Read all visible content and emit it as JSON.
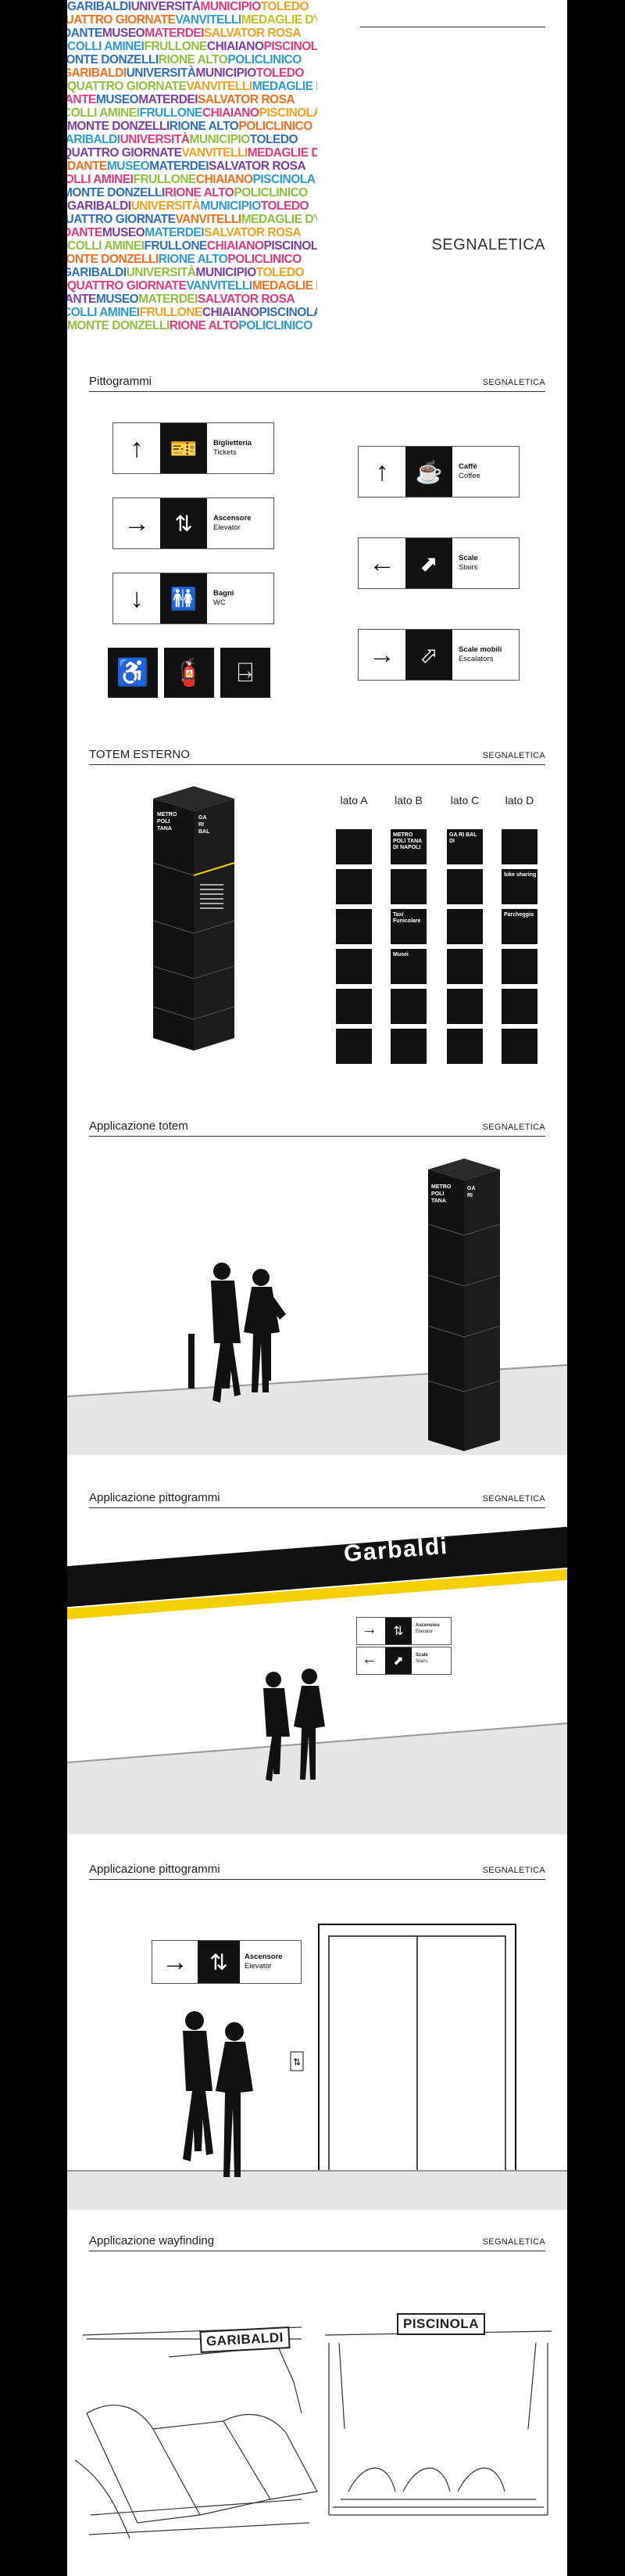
{
  "cover": {
    "title": "SEGNALETICA",
    "lines": [
      [
        [
          "GARIBALDI",
          "#2e6fb8"
        ],
        [
          "UNIVERSITÀ",
          "#7b3fa0"
        ],
        [
          "MUNICIPIO",
          "#e03a7e"
        ],
        [
          "TOLEDO",
          "#f0a020"
        ]
      ],
      [
        [
          "QUATTRO GIORNATE",
          "#f07020"
        ],
        [
          "VANVITELLI",
          "#2e9ad0"
        ],
        [
          "MEDAGLIE D'ORO",
          "#c0c020"
        ]
      ],
      [
        [
          "DANTE",
          "#2e6fb8"
        ],
        [
          "MUSEO",
          "#7b3fa0"
        ],
        [
          "MATERDEI",
          "#e03a7e"
        ],
        [
          "SALVATOR ROSA",
          "#f0a020"
        ]
      ],
      [
        [
          "COLLI AMINEI",
          "#2e9ad0"
        ],
        [
          "FRULLONE",
          "#8fbf3f"
        ],
        [
          "CHIAIANO",
          "#7b3fa0"
        ],
        [
          "PISCINOLA",
          "#e03a7e"
        ]
      ],
      [
        [
          "MONTE DONZELLI",
          "#2e6fb8"
        ],
        [
          "RIONE ALTO",
          "#8fbf3f"
        ],
        [
          "POLICLINICO",
          "#2e9ad0"
        ]
      ],
      [
        [
          "GARIBALDI",
          "#f07020"
        ],
        [
          "UNIVERSITÀ",
          "#2e6fb8"
        ],
        [
          "MUNICIPIO",
          "#7b3fa0"
        ],
        [
          "TOLEDO",
          "#e03a7e"
        ]
      ],
      [
        [
          "QUATTRO GIORNATE",
          "#8fbf3f"
        ],
        [
          "VANVITELLI",
          "#f0a020"
        ],
        [
          "MEDAGLIE D'ORO",
          "#2e9ad0"
        ]
      ],
      [
        [
          "DANTE",
          "#e03a7e"
        ],
        [
          "MUSEO",
          "#2e6fb8"
        ],
        [
          "MATERDEI",
          "#7b3fa0"
        ],
        [
          "SALVATOR ROSA",
          "#f07020"
        ]
      ],
      [
        [
          "COLLI AMINEI",
          "#8fbf3f"
        ],
        [
          "FRULLONE",
          "#2e9ad0"
        ],
        [
          "CHIAIANO",
          "#e03a7e"
        ],
        [
          "PISCINOLA",
          "#f0a020"
        ]
      ],
      [
        [
          "MONTE DONZELLI",
          "#7b3fa0"
        ],
        [
          "RIONE ALTO",
          "#2e6fb8"
        ],
        [
          "POLICLINICO",
          "#f07020"
        ]
      ],
      [
        [
          "GARIBALDI",
          "#2e9ad0"
        ],
        [
          "UNIVERSITÀ",
          "#e03a7e"
        ],
        [
          "MUNICIPIO",
          "#8fbf3f"
        ],
        [
          "TOLEDO",
          "#2e6fb8"
        ]
      ],
      [
        [
          "QUATTRO GIORNATE",
          "#7b3fa0"
        ],
        [
          "VANVITELLI",
          "#f0a020"
        ],
        [
          "MEDAGLIE D'ORO",
          "#e03a7e"
        ]
      ],
      [
        [
          "DANTE",
          "#f07020"
        ],
        [
          "MUSEO",
          "#2e9ad0"
        ],
        [
          "MATERDEI",
          "#2e6fb8"
        ],
        [
          "SALVATOR ROSA",
          "#7b3fa0"
        ]
      ],
      [
        [
          "COLLI AMINEI",
          "#e03a7e"
        ],
        [
          "FRULLONE",
          "#8fbf3f"
        ],
        [
          "CHIAIANO",
          "#f07020"
        ],
        [
          "PISCINOLA",
          "#2e9ad0"
        ]
      ],
      [
        [
          "MONTE DONZELLI",
          "#2e6fb8"
        ],
        [
          "RIONE ALTO",
          "#e03a7e"
        ],
        [
          "POLICLINICO",
          "#8fbf3f"
        ]
      ],
      [
        [
          "GARIBALDI",
          "#7b3fa0"
        ],
        [
          "UNIVERSITÀ",
          "#f0a020"
        ],
        [
          "MUNICIPIO",
          "#2e9ad0"
        ],
        [
          "TOLEDO",
          "#e03a7e"
        ]
      ],
      [
        [
          "QUATTRO GIORNATE",
          "#2e6fb8"
        ],
        [
          "VANVITELLI",
          "#f07020"
        ],
        [
          "MEDAGLIE D'ORO",
          "#8fbf3f"
        ]
      ],
      [
        [
          "DANTE",
          "#e03a7e"
        ],
        [
          "MUSEO",
          "#7b3fa0"
        ],
        [
          "MATERDEI",
          "#2e9ad0"
        ],
        [
          "SALVATOR ROSA",
          "#f0a020"
        ]
      ],
      [
        [
          "COLLI AMINEI",
          "#8fbf3f"
        ],
        [
          "FRULLONE",
          "#2e6fb8"
        ],
        [
          "CHIAIANO",
          "#e03a7e"
        ],
        [
          "PISCINOLA",
          "#7b3fa0"
        ]
      ],
      [
        [
          "MONTE DONZELLI",
          "#f07020"
        ],
        [
          "RIONE ALTO",
          "#2e9ad0"
        ],
        [
          "POLICLINICO",
          "#e03a7e"
        ]
      ],
      [
        [
          "GARIBALDI",
          "#2e6fb8"
        ],
        [
          "UNIVERSITÀ",
          "#8fbf3f"
        ],
        [
          "MUNICIPIO",
          "#7b3fa0"
        ],
        [
          "TOLEDO",
          "#f0a020"
        ]
      ],
      [
        [
          "QUATTRO GIORNATE",
          "#e03a7e"
        ],
        [
          "VANVITELLI",
          "#2e9ad0"
        ],
        [
          "MEDAGLIE D'ORO",
          "#f07020"
        ]
      ],
      [
        [
          "DANTE",
          "#7b3fa0"
        ],
        [
          "MUSEO",
          "#2e6fb8"
        ],
        [
          "MATERDEI",
          "#8fbf3f"
        ],
        [
          "SALVATOR ROSA",
          "#e03a7e"
        ]
      ],
      [
        [
          "COLLI AMINEI",
          "#2e9ad0"
        ],
        [
          "FRULLONE",
          "#f0a020"
        ],
        [
          "CHIAIANO",
          "#7b3fa0"
        ],
        [
          "PISCINOLA",
          "#2e6fb8"
        ]
      ],
      [
        [
          "MONTE DONZELLI",
          "#8fbf3f"
        ],
        [
          "RIONE ALTO",
          "#e03a7e"
        ],
        [
          "POLICLINICO",
          "#2e9ad0"
        ]
      ]
    ]
  },
  "sections": {
    "pittogrammi": {
      "title": "Pittogrammi",
      "tag": "SEGNALETICA"
    },
    "totem": {
      "title": "TOTEM ESTERNO",
      "tag": "SEGNALETICA"
    },
    "applicazione_totem": {
      "title": "Applicazione totem",
      "tag": "SEGNALETICA"
    },
    "applicazione_pitto_1": {
      "title": "Applicazione pittogrammi",
      "tag": "SEGNALETICA"
    },
    "applicazione_pitto_2": {
      "title": "Applicazione pittogrammi",
      "tag": "SEGNALETICA"
    },
    "wayfinding": {
      "title": "Applicazione wayfinding",
      "tag": "SEGNALETICA"
    }
  },
  "signs_left": [
    {
      "arrow": "↑",
      "icon": "ticket-icon",
      "glyph": "🎫",
      "label": "Biglietteria",
      "sub": "Tickets"
    },
    {
      "arrow": "→",
      "icon": "elevator-icon",
      "glyph": "⇅",
      "label": "Ascensore",
      "sub": "Elevator"
    },
    {
      "arrow": "↓",
      "icon": "restroom-icon",
      "glyph": "🚻",
      "label": "Bagni",
      "sub": "WC"
    }
  ],
  "signs_right": [
    {
      "arrow": "↑",
      "icon": "coffee-icon",
      "glyph": "☕",
      "label": "Caffè",
      "sub": "Coffee"
    },
    {
      "arrow": "←",
      "icon": "stairs-icon",
      "glyph": "⬈",
      "label": "Scale",
      "sub": "Stairs"
    },
    {
      "arrow": "→",
      "icon": "escalator-icon",
      "glyph": "⬀",
      "label": "Scale mobili",
      "sub": "Escalators"
    }
  ],
  "standalone_icons": [
    {
      "icon": "wheelchair-icon",
      "glyph": "♿"
    },
    {
      "icon": "fire-extinguisher-icon",
      "glyph": "🧯"
    },
    {
      "icon": "emergency-exit-icon",
      "glyph": "⍈"
    }
  ],
  "totem": {
    "sides": [
      "lato A",
      "lato B",
      "lato C",
      "lato D"
    ],
    "face_b_title": "METRO POLI TANA DI NAPOLI",
    "face_c_title": "GA RI BAL DI",
    "face_b_items": [
      "Taxi Funicolare",
      "Musei"
    ],
    "face_d_items": [
      "bike sharing",
      "Parcheggio"
    ]
  },
  "garbaldi": {
    "station": "Garbaldi"
  },
  "wayfinding": {
    "sign_left": "GARIBALDI",
    "sign_right": "PISCINOLA"
  }
}
